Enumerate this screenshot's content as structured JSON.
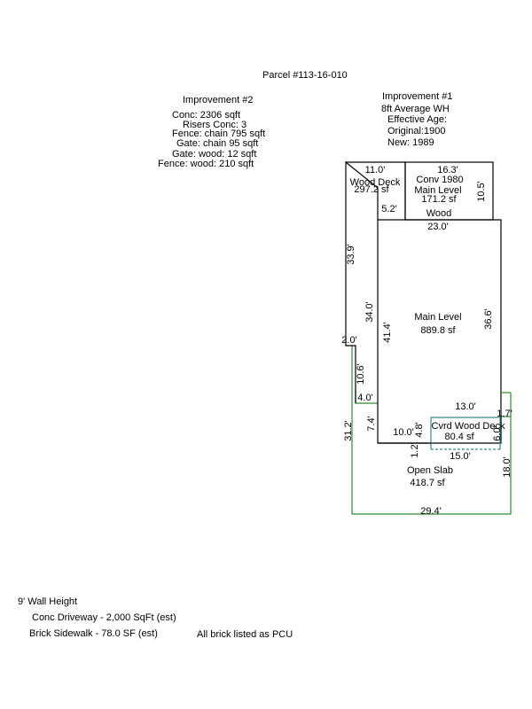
{
  "parcel": "Parcel #113-16-010",
  "improvement2": {
    "title": "Improvement #2",
    "lines": [
      "Conc: 2306 sqft",
      "Risers Conc: 3",
      "Fence: chain  795 sqft",
      "Gate: chain 95 sqft",
      "Gate: wood: 12 sqft",
      "Fence: wood: 210 sqft"
    ]
  },
  "improvement1": {
    "title": "Improvement #1",
    "lines": [
      "8ft Average WH",
      "Effective Age:",
      "Original:1900",
      "New: 1989"
    ]
  },
  "areas": {
    "wood_deck": {
      "name": "Wood Deck",
      "area": "297.2 sf"
    },
    "conv": {
      "name1": "Conv 1980",
      "name2": "Main Level",
      "area": "171.2 sf",
      "material": "Wood"
    },
    "main_level": {
      "name": "Main Level",
      "area": "889.8 sf"
    },
    "cvrd_deck": {
      "name": "Cvrd Wood Deck",
      "area": "80.4 sf"
    },
    "open_slab": {
      "name": "Open Slab",
      "area": "418.7 sf"
    }
  },
  "dimensions": {
    "d11_0": "11.0'",
    "d16_3": "16.3'",
    "d10_5": "10.5'",
    "d5_2": "5.2'",
    "d23_0": "23.0'",
    "d33_9": "33.9'",
    "d34_0": "34.0'",
    "d41_4": "41.4'",
    "d36_6": "36.6'",
    "d2_0": "2.0'",
    "d10_6": "10.6'",
    "d4_0": "4.0'",
    "d13_0": "13.0'",
    "d1_7": "1.7'",
    "d7_4": "7.4'",
    "d10_0": "10.0'",
    "d4_8": "4.8'",
    "d6_0": "6.0'",
    "d31_2": "31.2'",
    "d1_2": "1.2'",
    "d15_0": "15.0'",
    "d18_0": "18.0'",
    "d29_4": "29.4'"
  },
  "notes": {
    "wall_height": "9' Wall Height",
    "driveway": "Conc Driveway - 2,000 SqFt (est)",
    "sidewalk": "Brick Sidewalk - 78.0 SF (est)",
    "brick": "All brick listed as PCU"
  },
  "colors": {
    "building": "#000000",
    "slab": "#2e8b2e",
    "deck": "#3a8a8a"
  }
}
